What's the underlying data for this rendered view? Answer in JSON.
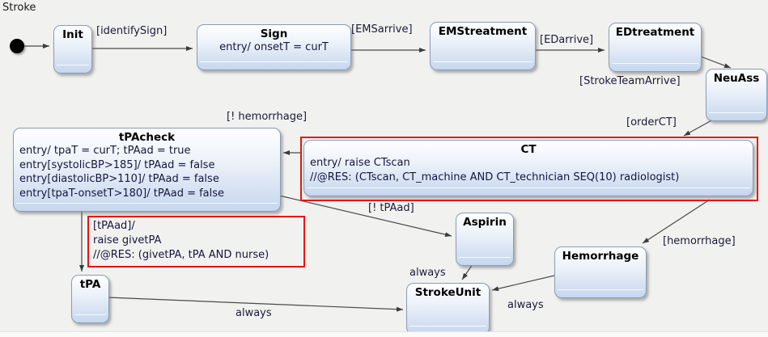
{
  "region": {
    "title": "Stroke"
  },
  "colors": {
    "background": "#f1f1f0",
    "state_border": "#8b9cb3",
    "state_fill_top": "#fdfeff",
    "state_fill_bottom": "#c6d7ee",
    "highlight_red": "#ea1212",
    "title_text": "#000000",
    "body_text": "#16163f",
    "arrow": "#3b3b3b"
  },
  "states": {
    "init": {
      "title": "Init"
    },
    "sign": {
      "title": "Sign",
      "lines": [
        "entry/ onsetT = curT"
      ]
    },
    "emstreatment": {
      "title": "EMStreatment"
    },
    "edtreatment": {
      "title": "EDtreatment"
    },
    "neuass": {
      "title": "NeuAss"
    },
    "ct": {
      "title": "CT",
      "lines": [
        "entry/ raise CTscan",
        "//@RES: (CTscan, CT_machine AND CT_technician SEQ(10) radiologist)"
      ]
    },
    "tpacheck": {
      "title": "tPAcheck",
      "lines": [
        "entry/ tpaT = curT; tPAad = true",
        "entry[systolicBP>185]/ tPAad = false",
        "entry[diastolicBP>110]/ tPAad = false",
        "entry[tpaT-onsetT>180]/ tPAad = false"
      ]
    },
    "tpa": {
      "title": "tPA"
    },
    "aspirin": {
      "title": "Aspirin"
    },
    "strokeunit": {
      "title": "StrokeUnit"
    },
    "hemorrhage": {
      "title": "Hemorrhage"
    }
  },
  "transitions": {
    "identify_sign": "[identifySign]",
    "ems_arrive": "[EMSarrive]",
    "ed_arrive": "[EDarrive]",
    "stroke_team_arrive": "[StrokeTeamArrive]",
    "order_ct": "[orderCT]",
    "not_hemorrhage": "[! hemorrhage]",
    "hemorrhage": "[hemorrhage]",
    "not_tpaad": "[! tPAad]",
    "always_tpa": "always",
    "always_aspirin": "always",
    "always_hemorrhage": "always",
    "tpaad_action": {
      "lines": [
        "[tPAad]/",
        "raise givetPA",
        "//@RES: (givetPA, tPA AND nurse)"
      ]
    }
  }
}
